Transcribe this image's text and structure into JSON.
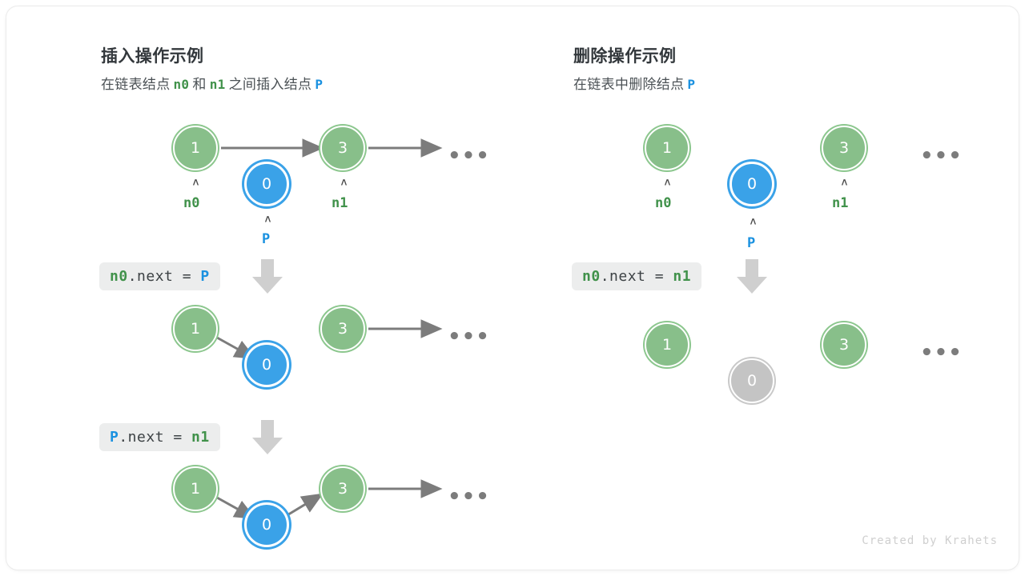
{
  "credit": "Created by Krahets",
  "colors": {
    "green": "#88bf8a",
    "green_text": "#41924b",
    "blue": "#3aa2e8",
    "blue_text": "#1a91e0",
    "gray_node": "#c4c4c4",
    "arrow": "#7c7c7c",
    "chip_bg": "#eceded",
    "title": "#33383c"
  },
  "panels": [
    {
      "id": "insert",
      "title": "插入操作示例",
      "subtitle": {
        "part1": "在链表结点",
        "ref1": "n0",
        "part2": "和",
        "ref2": "n1",
        "part3": "之间插入结点",
        "ref3": "P"
      },
      "steps": [
        {
          "id": "insert-step-1",
          "nodes": [
            {
              "name": "node-n0",
              "value": "1",
              "style": "green"
            },
            {
              "name": "node-p",
              "value": "0",
              "style": "blue"
            },
            {
              "name": "node-n1",
              "value": "3",
              "style": "green"
            }
          ],
          "pointers": [
            {
              "name": "pointer-n0",
              "label": "n0",
              "color": "green"
            },
            {
              "name": "pointer-n1",
              "label": "n1",
              "color": "green"
            },
            {
              "name": "pointer-p",
              "label": "P",
              "color": "blue"
            }
          ],
          "ellipsis": "•••"
        },
        {
          "id": "insert-step-2",
          "code": {
            "prefix": "n0",
            "prefix_color": "green",
            "middle": ".next = ",
            "suffix": "P",
            "suffix_color": "blue"
          },
          "nodes": [
            {
              "name": "node-n0",
              "value": "1",
              "style": "green"
            },
            {
              "name": "node-p",
              "value": "0",
              "style": "blue"
            },
            {
              "name": "node-n1",
              "value": "3",
              "style": "green"
            }
          ],
          "ellipsis": "•••"
        },
        {
          "id": "insert-step-3",
          "code": {
            "prefix": "P",
            "prefix_color": "blue",
            "middle": ".next = ",
            "suffix": "n1",
            "suffix_color": "green"
          },
          "nodes": [
            {
              "name": "node-n0",
              "value": "1",
              "style": "green"
            },
            {
              "name": "node-p",
              "value": "0",
              "style": "blue"
            },
            {
              "name": "node-n1",
              "value": "3",
              "style": "green"
            }
          ],
          "ellipsis": "•••"
        }
      ]
    },
    {
      "id": "delete",
      "title": "删除操作示例",
      "subtitle": {
        "part1": "在链表中删除结点",
        "ref1": "P"
      },
      "steps": [
        {
          "id": "delete-step-1",
          "nodes": [
            {
              "name": "node-n0",
              "value": "1",
              "style": "green"
            },
            {
              "name": "node-p",
              "value": "0",
              "style": "blue"
            },
            {
              "name": "node-n1",
              "value": "3",
              "style": "green"
            }
          ],
          "pointers": [
            {
              "name": "pointer-n0",
              "label": "n0",
              "color": "green"
            },
            {
              "name": "pointer-n1",
              "label": "n1",
              "color": "green"
            },
            {
              "name": "pointer-p",
              "label": "P",
              "color": "blue"
            }
          ],
          "ellipsis": "•••"
        },
        {
          "id": "delete-step-2",
          "code": {
            "prefix": "n0",
            "prefix_color": "green",
            "middle": ".next = ",
            "suffix": "n1",
            "suffix_color": "green"
          },
          "nodes": [
            {
              "name": "node-n0",
              "value": "1",
              "style": "green"
            },
            {
              "name": "node-p-removed",
              "value": "0",
              "style": "gray"
            },
            {
              "name": "node-n1",
              "value": "3",
              "style": "green"
            }
          ],
          "ellipsis": "•••"
        }
      ]
    }
  ]
}
